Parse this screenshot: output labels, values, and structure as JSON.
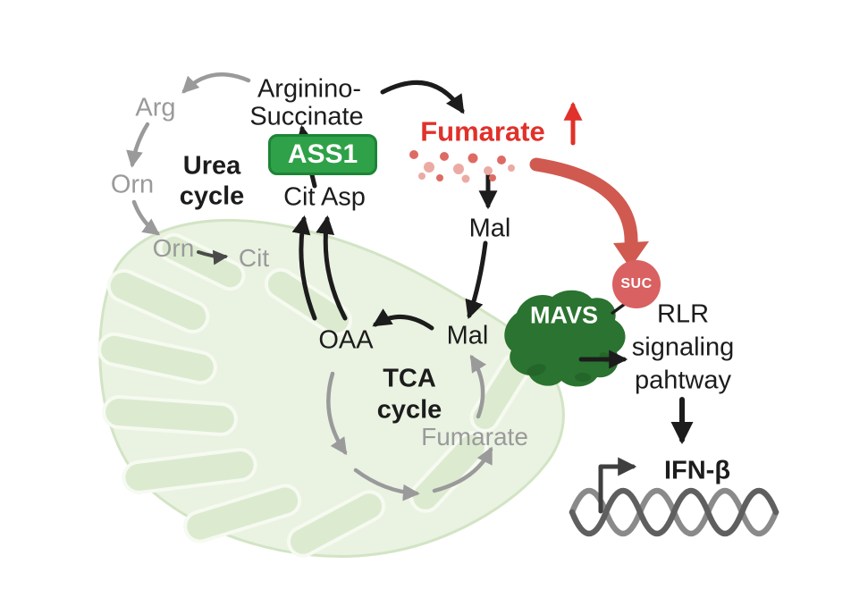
{
  "colors": {
    "black": "#1c1c1c",
    "gray": "#9a9a9a",
    "darkgray": "#4a4a4a",
    "accent_red": "#e0312a",
    "soft_red": "#d05a50",
    "dot_red": "#dd6b64",
    "suc_red": "#d96161",
    "ass1_green": "#2fa148",
    "mavs_green": "#2b7330",
    "mito_fill": "#eaf3e2",
    "mito_stroke": "#d2e4c4",
    "cristae_fill": "#dcebd0",
    "cristae_stroke": "#f6faf1"
  },
  "urea_cycle": {
    "title_line1": "Urea",
    "title_line2": "cycle",
    "argininosuccinate_line1": "Arginino-",
    "argininosuccinate_line2": "Succinate",
    "arginine": "Arg",
    "ornithine_cytosol": "Orn",
    "ornithine_mito": "Orn",
    "citrulline_mito": "Cit",
    "cit_asp": "Cit Asp",
    "enzyme": "ASS1"
  },
  "fumarate_branch": {
    "fumarate": "Fumarate",
    "malate": "Mal"
  },
  "tca_cycle": {
    "title_line1": "TCA",
    "title_line2": "cycle",
    "oaa": "OAA",
    "malate": "Mal",
    "fumarate": "Fumarate"
  },
  "signaling": {
    "mavs": "MAVS",
    "suc_badge": "SUC",
    "rlr_line1": "RLR",
    "rlr_line2": "signaling",
    "rlr_line3": "pahtway",
    "ifn_beta": "IFN-β"
  }
}
